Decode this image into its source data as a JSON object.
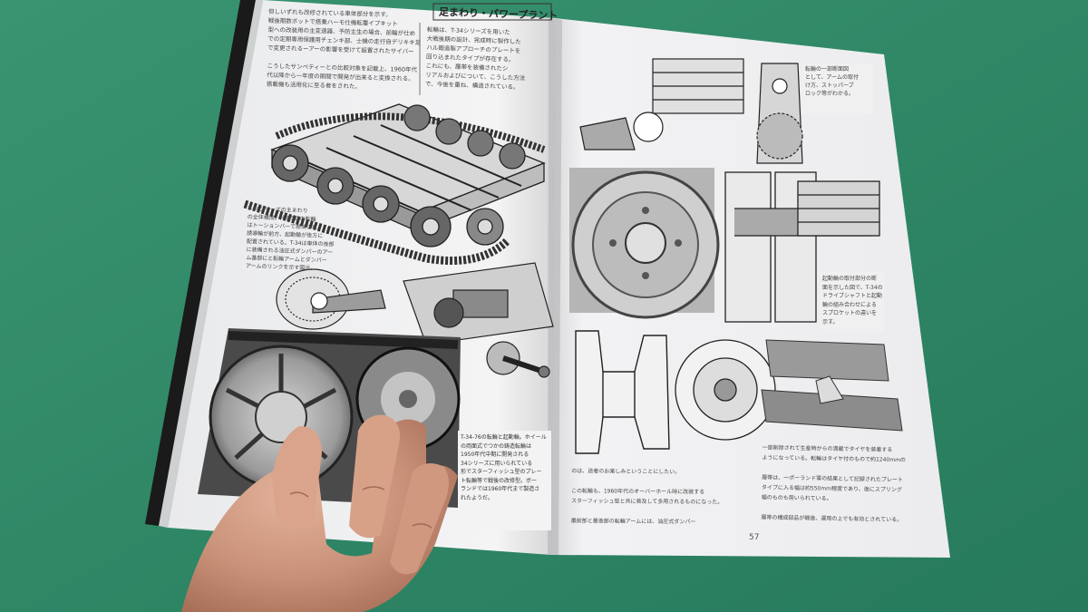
{
  "magazine": {
    "left_page": {
      "heading": "足まわり・パワープラント",
      "intro_text": "但しいずれも改修されている車体部分を示す。\n戦後期数ボットで搭乗ハーモ仕機転覆イプキット\n型への改装用の主変速器、予防主生の場合、前輪が仕め\nでの定期専用保護用チェンキ部、士機の走行自デリキキ足\nで変更されるーアーの影響を受けて設置されたサイバー\n\nこうしたサンペティーとの比較対象を記載上、1960年代\n代以降から一年度の期間で開発が出来ると変換される。\n搭載機も活用化に至る者をされた。",
      "column_text": "転輪は、T-34シリーズを用いた\n大戦後期の設計、完成時に製作した\nハル鍛造製アプローチのプレートを\n回り込まれたタイプが存在する。\nこれにも、履帯を装備されたシ\nリアルおよびについて、こうした方法\nで、今後を重ね、構造されている。",
      "caption_top": "T-34シリーズの主まわり\nの全体構成。片側5個の転輪\nはトーションバーで懸架され\n誘導輪が前方、起動輪が後方に\n配置されている。T-34は車体の後部\nに装備される油圧式ダンパーのアー\nム基部にと転輪アームとダンパー\nアームのリンクを示す図示。",
      "caption_bottom": "T-34-76の転輪と起動輪。ホイール\nの両面式でつかの鋳造転輪は\n1950年代中期に開発される\n34シリーズに用いられている\n形でスターフィッシュ型のプレー\nト転輪等で戦後の改修型。ボー\nランドでは1960年代まで製造さ\nれたようだ。"
    },
    "right_page": {
      "caption_top": "転輪の一部断面図\nとして、アームの取付\nけ方、ストッパーブ\nロック等がわかる。",
      "caption_mid": "起動輪の取付部分の断\n面を示した図で、T-34の\nドライブシャフトと起動\n輪の組み合わせによる\nスプロケットの違いを\n示す。",
      "bottom_left_text": "のは、途者のお楽しみということにしたい。\n\nこの転輪も、1960年代のオーバーホール時に改装する\nスターフィッシュ型と共に普及して多用されるものになった。\n\n最前部と最後部の転輪アームには、油圧式ダンパー",
      "bottom_right_text": "一部削除されて生産時からの満載でタイヤを装着する\nようになっている。転輪はタイヤ付のもので約1240mmの\n\n履帯は、一ポーランド軍の結果として記録されたプレート\nタイプに入る幅は約550mm程度であり、後にスプリング\n幅のものも用いられている。\n\n履帯の構成部品が戦後、運用の上でも有効とされている。",
      "page_number": "57"
    }
  }
}
